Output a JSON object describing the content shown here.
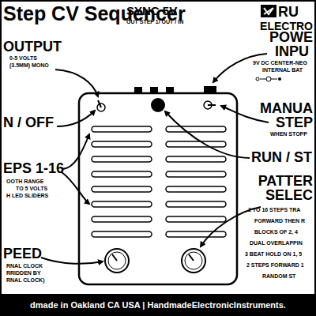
{
  "diagram": {
    "title": "Step CV Sequencer",
    "nodes": [
      {
        "text": [
          "dmade in Oakland CA USA | HandmadeElectronicInstruments."
        ]
      }
    ],
    "labels": [
      "SYNC 5V",
      "OUT STEP 1/ OUT / IN",
      "RU",
      "ELECTRO",
      "OUTPUT",
      "0-5 VOLTS",
      "(3.5MM) MONO",
      "POWE",
      "INPU",
      "9V DC CENTER-NEG",
      "INTERNAL BAT",
      "N / OFF",
      "MANUA",
      "STEP",
      "WHEN STOPP",
      "RUN / ST",
      "EPS 1-16",
      "OOTH RANGE",
      "TO 5 VOLTS",
      "H LED SLIDERS",
      "PATTER",
      "SELEC",
      "2 TO 16 STEPS TRA",
      "FORWARD THEN R",
      "BLOCKS OF 2, 4",
      "DUAL OVERLAPPIN",
      "3 BEAT HOLD ON 1, 5",
      "2 STEPS FORWARD 1",
      "RANDOM ST",
      "PEED",
      "RNAL CLOCK",
      "RRIDDEN BY",
      "RNAL CLOCK)"
    ]
  }
}
